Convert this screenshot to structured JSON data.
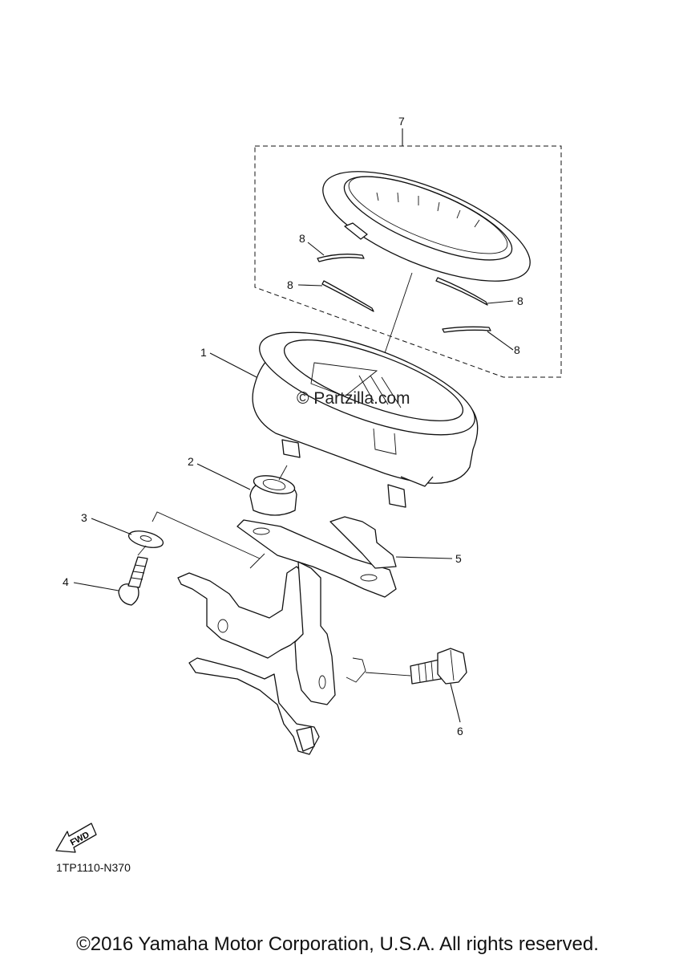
{
  "diagram": {
    "callouts": {
      "c1": "1",
      "c2": "2",
      "c3": "3",
      "c4": "4",
      "c5": "5",
      "c6": "6",
      "c7": "7",
      "c8a": "8",
      "c8b": "8",
      "c8c": "8",
      "c8d": "8"
    },
    "watermark": "© Partzilla.com",
    "fwd_label": "FWD",
    "drawing_code": "1TP1110-N370",
    "copyright": "©2016 Yamaha Motor Corporation, U.S.A. All rights reserved."
  }
}
